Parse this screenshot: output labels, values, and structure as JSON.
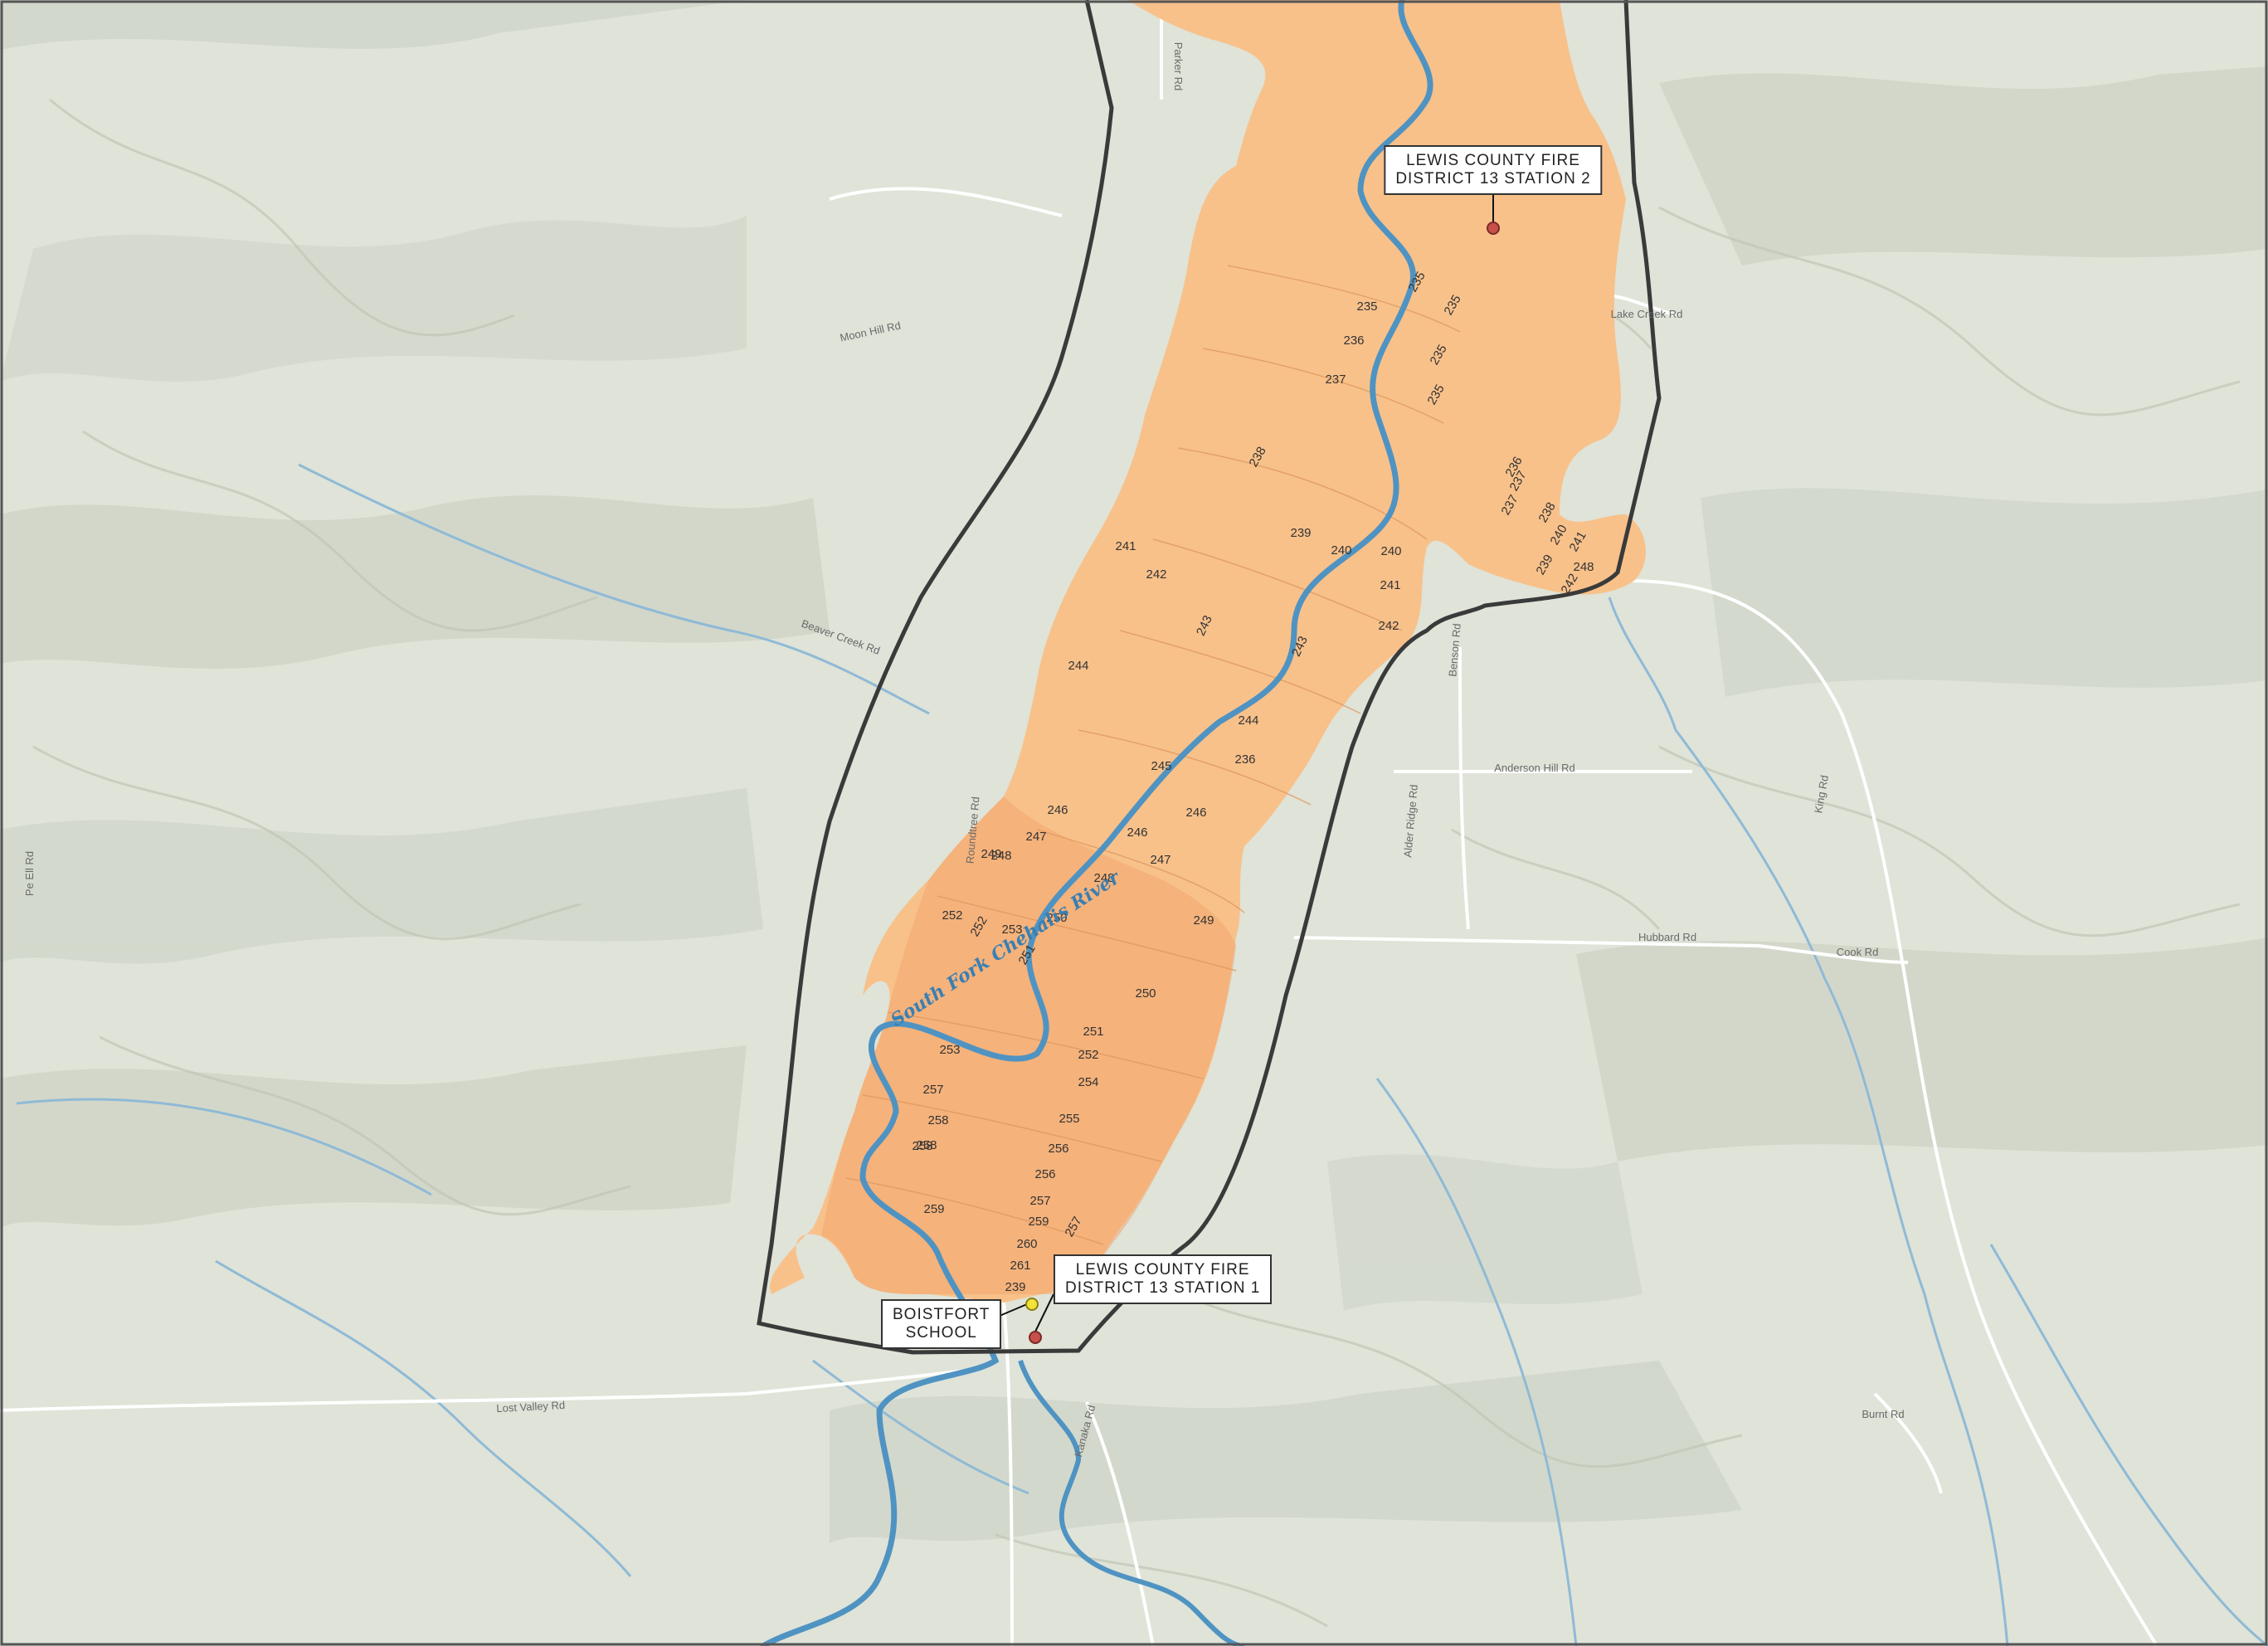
{
  "map": {
    "colors": {
      "terrain": "#dfe3d8",
      "inundation": "#f8c18a",
      "inundation_south": "#f2a56f",
      "river": "#4f93c2",
      "stream": "#8fbad6",
      "road": "#ffffff",
      "boundary": "#3a3a3a",
      "fire_station": "#c8504a",
      "school": "#f3e23a"
    },
    "river_label": "South Fork Chehalis River",
    "roads": [
      {
        "name": "Parker Rd"
      },
      {
        "name": "Moon Hill Rd"
      },
      {
        "name": "Beaver Creek Rd"
      },
      {
        "name": "Roundtree Rd"
      },
      {
        "name": "Lost Valley Rd"
      },
      {
        "name": "Lake Creek Rd"
      },
      {
        "name": "Benson Rd"
      },
      {
        "name": "Anderson Hill Rd"
      },
      {
        "name": "Alder Ridge Rd"
      },
      {
        "name": "Hubbard Rd"
      },
      {
        "name": "King Rd"
      },
      {
        "name": "Cook Rd"
      },
      {
        "name": "Burnt Rd"
      },
      {
        "name": "Kanaka Rd"
      },
      {
        "name": "Pe Ell Rd"
      }
    ],
    "contour_labels": [
      "235",
      "235",
      "235",
      "235",
      "235",
      "236",
      "237",
      "238",
      "239",
      "240",
      "241",
      "242",
      "243",
      "244",
      "245",
      "246",
      "246",
      "246",
      "247",
      "247",
      "248",
      "248",
      "249",
      "250",
      "250",
      "251",
      "251",
      "252",
      "252",
      "252",
      "253",
      "253",
      "254",
      "255",
      "256",
      "256",
      "257",
      "257",
      "257",
      "258",
      "258",
      "259",
      "259",
      "260",
      "261",
      "239",
      "240",
      "241",
      "242",
      "243",
      "244",
      "236",
      "236",
      "237",
      "237",
      "238",
      "239",
      "240",
      "241",
      "242",
      "248",
      "249",
      "258"
    ],
    "callouts": {
      "station2": {
        "line1": "LEWIS COUNTY FIRE",
        "line2": "DISTRICT 13 STATION 2"
      },
      "station1": {
        "line1": "LEWIS COUNTY FIRE",
        "line2": "DISTRICT 13 STATION 1"
      },
      "school": {
        "line1": "BOISTFORT",
        "line2": "SCHOOL"
      }
    }
  }
}
